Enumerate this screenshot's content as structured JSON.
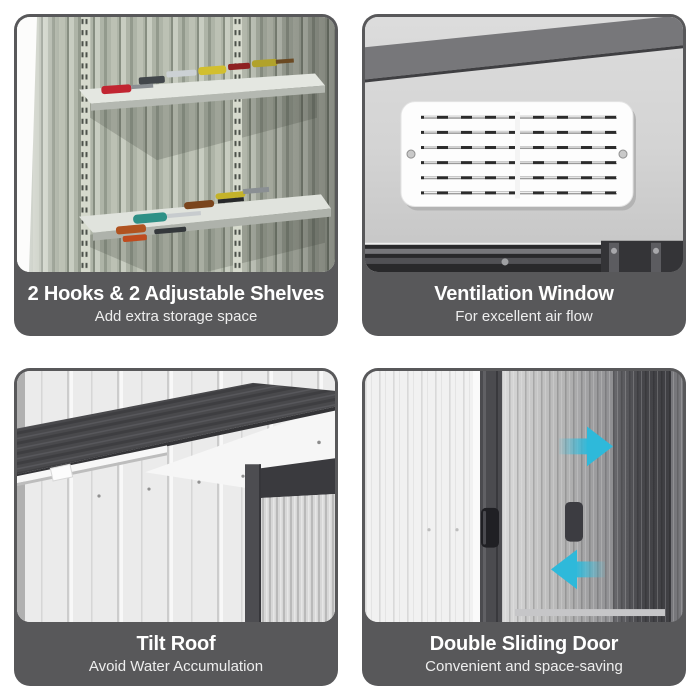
{
  "style": {
    "page_bg": "#ffffff",
    "banner_color": "#58585a",
    "title_color": "#ffffff",
    "subtitle_color": "#eeeeee",
    "arrow_color": "#2eb9da"
  },
  "cards": [
    {
      "id": "shelves",
      "title": "2 Hooks & 2 Adjustable Shelves",
      "subtitle": "Add extra storage space"
    },
    {
      "id": "ventilation-window",
      "title": "Ventilation Window",
      "subtitle": "For excellent air flow"
    },
    {
      "id": "tilt-roof",
      "title": "Tilt Roof",
      "subtitle": "Avoid Water Accumulation"
    },
    {
      "id": "double-sliding-door",
      "title": "Double Sliding Door",
      "subtitle": "Convenient and space-saving"
    }
  ],
  "icons": {
    "slide_open": "arrow-right-icon",
    "slide_close": "arrow-left-icon"
  }
}
